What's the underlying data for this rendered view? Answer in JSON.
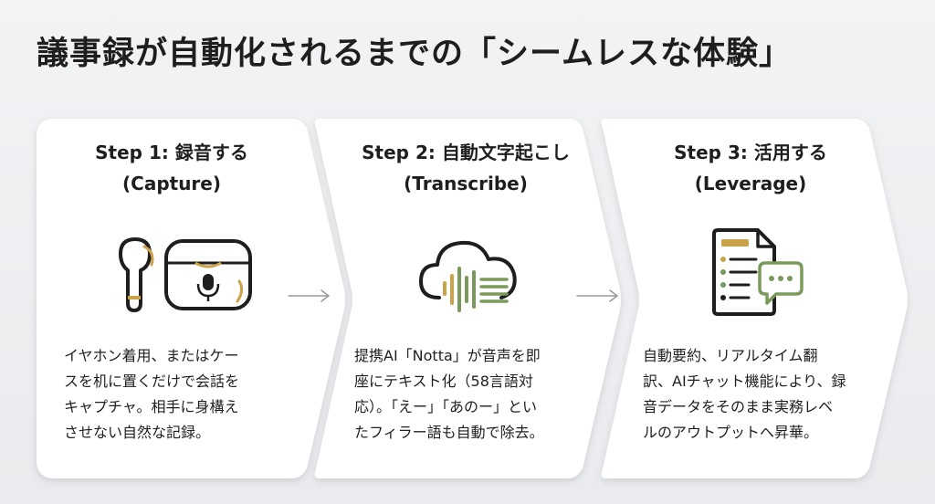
{
  "title": "議事録が自動化されるまでの「シームレスな体験」",
  "colors": {
    "card": "#ffffff",
    "ink": "#1e1e1e",
    "gold": "#c9a24a",
    "green": "#7a9a5c",
    "arrow": "#9a9a9a"
  },
  "steps": [
    {
      "heading": "Step 1: 録音する",
      "subheading": "(Capture)",
      "icon": "earbuds-case-mic-icon",
      "description": [
        "イヤホン着用、またはケー",
        "スを机に置くだけで会話を",
        "キャプチャ。相手に身構え",
        "させない自然な記録。"
      ]
    },
    {
      "heading": "Step 2: 自動文字起こし",
      "subheading": "(Transcribe)",
      "icon": "cloud-waveform-icon",
      "description": [
        "提携AI「Notta」が音声を即",
        "座にテキスト化（58言語対",
        "応）。「えー」「あのー」とい",
        "たフィラー語も自動で除去。"
      ]
    },
    {
      "heading": "Step 3: 活用する",
      "subheading": "(Leverage)",
      "icon": "document-chat-icon",
      "description": [
        "自動要約、リアルタイム翻",
        "訳、AIチャット機能により、録",
        "音データをそのまま実務レベ",
        "ルのアウトプットへ昇華。"
      ]
    }
  ]
}
